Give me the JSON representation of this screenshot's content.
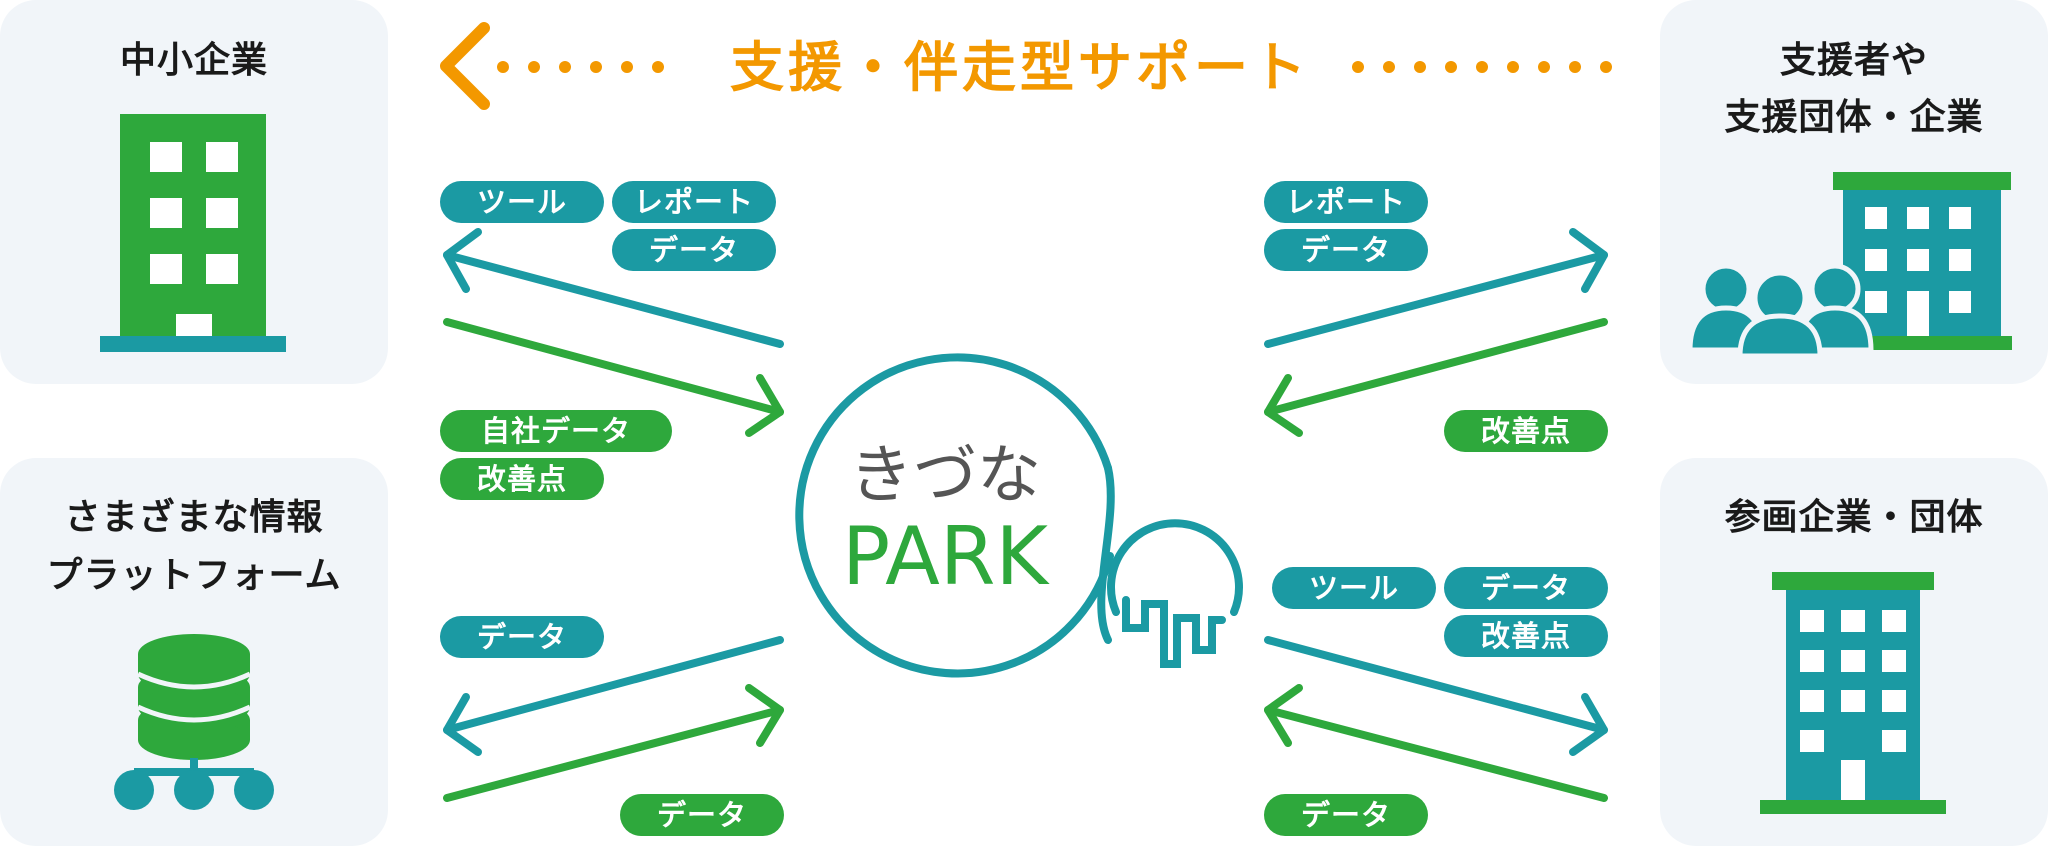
{
  "banner": {
    "label": "支援・伴走型サポート",
    "color": "#f39800"
  },
  "colors": {
    "teal": "#1b9aa3",
    "green": "#2ea83c",
    "panel": "#f1f5f9"
  },
  "center": {
    "logo_top": "きづな",
    "logo_bottom": "PARK"
  },
  "panels": {
    "sme": {
      "title": "中小企業",
      "icon": "office-building-icon"
    },
    "platforms": {
      "title_line1": "さまざまな情報",
      "title_line2": "プラットフォーム",
      "icon": "database-network-icon"
    },
    "supporters": {
      "title_line1": "支援者や",
      "title_line2": "支援団体・企業",
      "icon": "people-and-building-icon"
    },
    "participants": {
      "title": "参画企業・団体",
      "icon": "tall-building-icon"
    }
  },
  "labels": {
    "tl_tool": "ツール",
    "tl_report": "レポート",
    "tl_data": "データ",
    "ml_own_data": "自社データ",
    "ml_improve": "改善点",
    "bl_data_top": "データ",
    "bl_data_bottom": "データ",
    "tr_report": "レポート",
    "tr_data": "データ",
    "mr_improve": "改善点",
    "br_tool": "ツール",
    "br_data": "データ",
    "br_improve": "改善点",
    "br_data_bottom": "データ"
  }
}
